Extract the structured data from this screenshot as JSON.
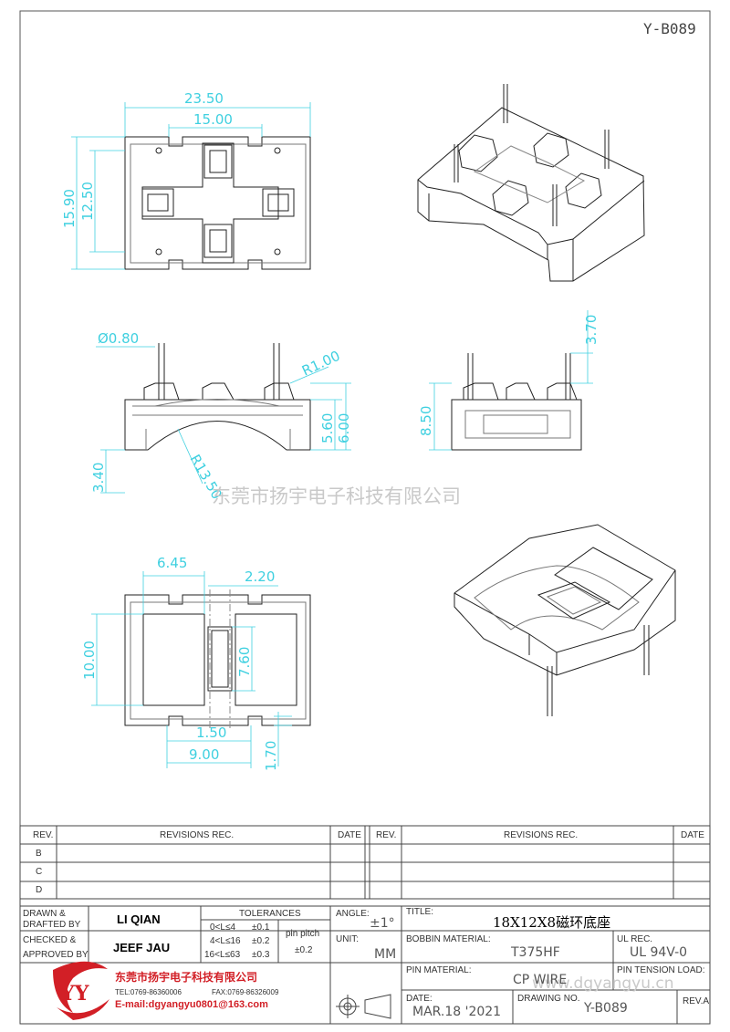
{
  "drawing_code_top": "Y-B089",
  "watermark_company": "东莞市扬宇电子科技有限公司",
  "watermark_url": "www.dgyangyu.cn",
  "dims": {
    "d1": "23.50",
    "d2": "15.00",
    "d3": "15.90",
    "d4": "12.50",
    "d5": "Ø0.80",
    "d6": "R1.00",
    "d7": "3.70",
    "d8": "5.60",
    "d9": "6.00",
    "d10": "8.50",
    "d11": "3.40",
    "d12": "R13.50",
    "d13": "6.45",
    "d14": "2.20",
    "d15": "10.00",
    "d16": "7.60",
    "d17": "1.50",
    "d18": "9.00",
    "d19": "1.70"
  },
  "revisions": {
    "rev_label": "REV.",
    "rev_rec_label": "REVISIONS   REC.",
    "date_label": "DATE",
    "rows": [
      "B",
      "C",
      "D"
    ]
  },
  "title_block": {
    "drawn_label": "DRAWN &",
    "drafted_label": "DRAFTED BY",
    "drawn_name": "LI QIAN",
    "checked_label": "CHECKED &",
    "approved_label": "APPROVED BY",
    "checked_name": "JEEF JAU",
    "tolerances_label": "TOLERANCES",
    "tol_rows": [
      {
        "range": "0<L≤4",
        "tol": "±0.1"
      },
      {
        "range": "4<L≤16",
        "tol": "±0.2"
      },
      {
        "range": "16<L≤63",
        "tol": "±0.3"
      }
    ],
    "pin_pitch_label": "pin pitch",
    "pin_pitch_tol": "±0.2",
    "angle_label": "ANGLE:",
    "angle_value": "±1°",
    "unit_label": "UNIT:",
    "unit_value": "MM",
    "title_label": "TITLE:",
    "title_value": "18X12X8磁环底座",
    "bobbin_label": "BOBBIN MATERIAL:",
    "bobbin_value": "T375HF",
    "ul_label": "UL REC.",
    "ul_value": "UL 94V-0",
    "pin_material_label": "PIN MATERIAL:",
    "pin_material_value": "CP WIRE",
    "pin_tension_label": "PIN TENSION LOAD:",
    "date_label": "DATE:",
    "date_value": "MAR.18 '2021",
    "drawing_no_label": "DRAWING NO.",
    "drawing_no_value": "Y-B089",
    "rev_label": "REV.A",
    "company_name": "东莞市扬宇电子科技有限公司",
    "company_tel": "TEL:0769-86360006",
    "company_fax": "FAX:0769-86326009",
    "company_email": "E-mail:dgyangyu0801@163.com",
    "logo_letters": "YY"
  },
  "colors": {
    "dimension": "#3fd0e0",
    "outline": "#222222",
    "logo": "#d21f26"
  }
}
